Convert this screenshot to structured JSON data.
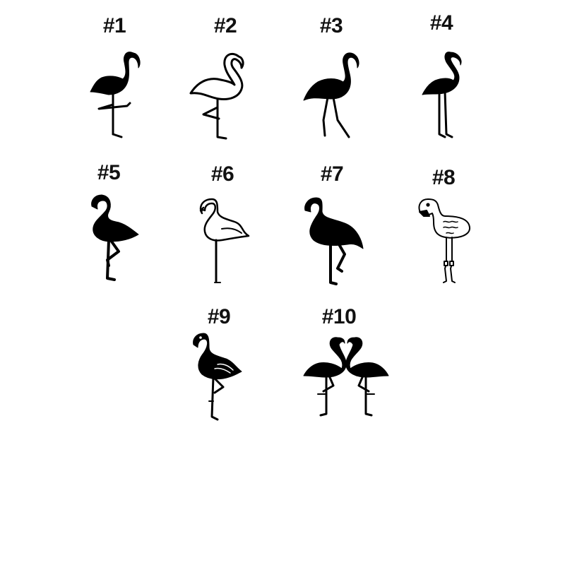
{
  "background_color": "#ffffff",
  "ink_color": "#000000",
  "items": [
    {
      "label": "#1",
      "icon": "flamingo-standing-one-leg-silhouette-icon",
      "style": "silhouette"
    },
    {
      "label": "#2",
      "icon": "flamingo-outline-icon",
      "style": "outline"
    },
    {
      "label": "#3",
      "icon": "flamingo-walking-silhouette-icon",
      "style": "silhouette"
    },
    {
      "label": "#4",
      "icon": "flamingo-tall-silhouette-icon",
      "style": "silhouette"
    },
    {
      "label": "#5",
      "icon": "flamingo-bold-silhouette-icon",
      "style": "silhouette"
    },
    {
      "label": "#6",
      "icon": "flamingo-sketch-outline-icon",
      "style": "outline"
    },
    {
      "label": "#7",
      "icon": "flamingo-large-silhouette-icon",
      "style": "silhouette"
    },
    {
      "label": "#8",
      "icon": "flamingo-cartoon-outline-icon",
      "style": "outline"
    },
    {
      "label": "#9",
      "icon": "flamingo-detailed-silhouette-icon",
      "style": "silhouette"
    },
    {
      "label": "#10",
      "icon": "flamingo-pair-heart-necks-icon",
      "style": "silhouette"
    }
  ]
}
